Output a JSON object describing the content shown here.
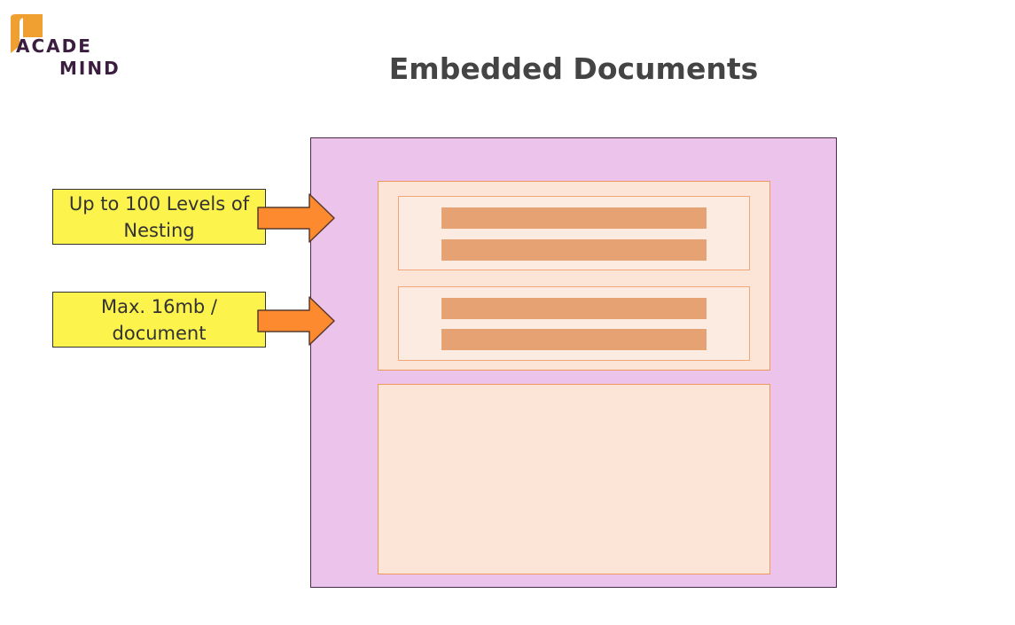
{
  "logo": {
    "line1": "ACADE",
    "line2": "MIND",
    "mark_color": "#f0a030",
    "text_color": "#3b1e3f"
  },
  "slide": {
    "title": "Embedded Documents"
  },
  "callouts": [
    {
      "text": "Up to 100 Levels of Nesting"
    },
    {
      "text": "Max. 16mb / document"
    }
  ],
  "colors": {
    "outer_document": "#ecc3eb",
    "embedded_container": "#fce5d7",
    "embedded_border": "#f0975e",
    "field_bar": "#e6a272",
    "callout_fill": "#fcf34d",
    "arrow_fill": "#fd8a2e"
  }
}
